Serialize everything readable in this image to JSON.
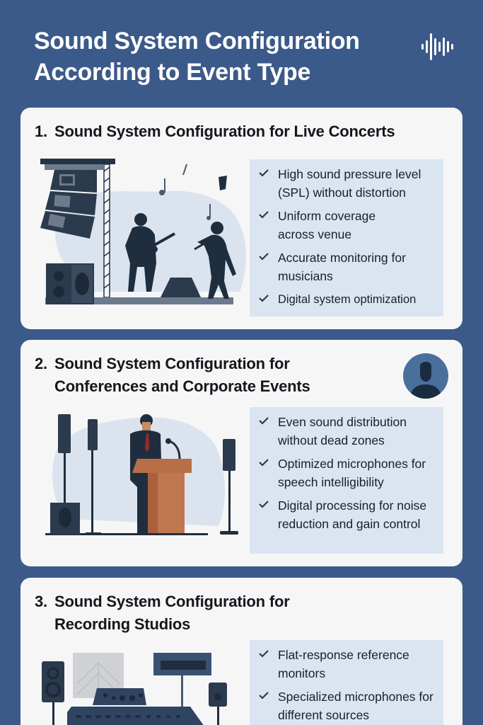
{
  "header": {
    "title_line1": "Sound System Configuration",
    "title_line2": "According to Event Type",
    "icon": "sound-wave-icon"
  },
  "colors": {
    "background": "#3b5a89",
    "card": "#f6f6f7",
    "checklist_bg": "#dae5f1",
    "text_dark": "#14171c",
    "icon_dark": "#2b3a4d",
    "avatar_bg": "#4a6f9c",
    "podium": "#c07650"
  },
  "sections": [
    {
      "number": "1.",
      "title_line1": "Sound System Configuration for Live Concerts",
      "title_line2": "",
      "illustration": "live-concert-stage-illustration",
      "items": [
        "High sound pressure level (SPL) without distortion",
        "Uniform coverage across venue",
        "Accurate monitoring for musicians",
        "Digital system optimization"
      ]
    },
    {
      "number": "2.",
      "title_line1": "Sound System Configuration for",
      "title_line2": "Conferences and Corporate Events",
      "illustration": "conference-podium-illustration",
      "badge_icon": "user-avatar-icon",
      "items": [
        "Even sound distribution without dead zones",
        "Optimized microphones for speech intelligibility",
        "Digital processing for noise reduction and gain control"
      ]
    },
    {
      "number": "3.",
      "title_line1": "Sound System Configuration for",
      "title_line2": "Recording Studios",
      "illustration": "recording-studio-illustration",
      "items": [
        "Flat-response reference monitors",
        "Specialized microphones for different sources"
      ]
    }
  ]
}
